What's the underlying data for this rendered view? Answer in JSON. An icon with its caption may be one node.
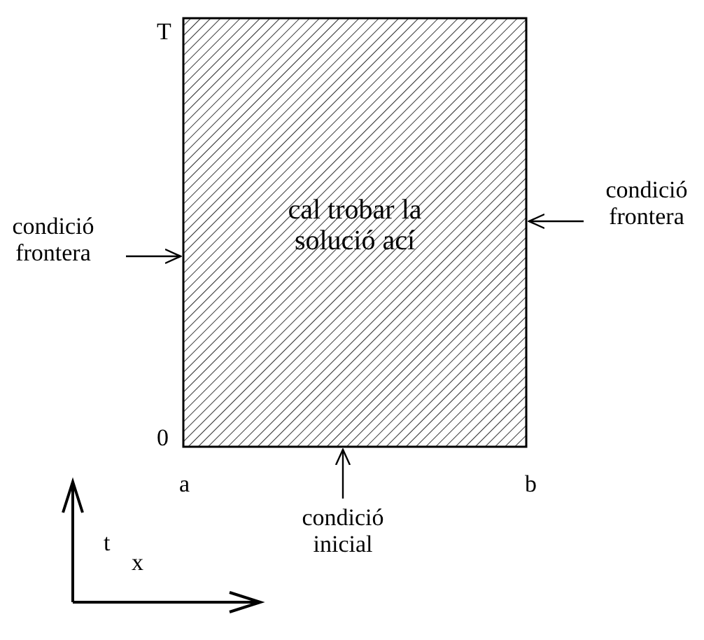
{
  "diagram": {
    "nodes": [
      {
        "text": [
          "cal trobar la solució ací"
        ]
      },
      {
        "text": [
          "condició frontera"
        ]
      },
      {
        "text": [
          "condició frontera"
        ]
      },
      {
        "text": [
          "condició inicial"
        ]
      }
    ],
    "edges": [
      {
        "from": 1,
        "to": 0,
        "arrow": "to"
      },
      {
        "from": 2,
        "to": 0,
        "arrow": "to"
      },
      {
        "from": 3,
        "to": 0,
        "arrow": "to"
      }
    ],
    "labels": [
      "T",
      "0",
      "a",
      "b",
      "t",
      "x"
    ]
  }
}
